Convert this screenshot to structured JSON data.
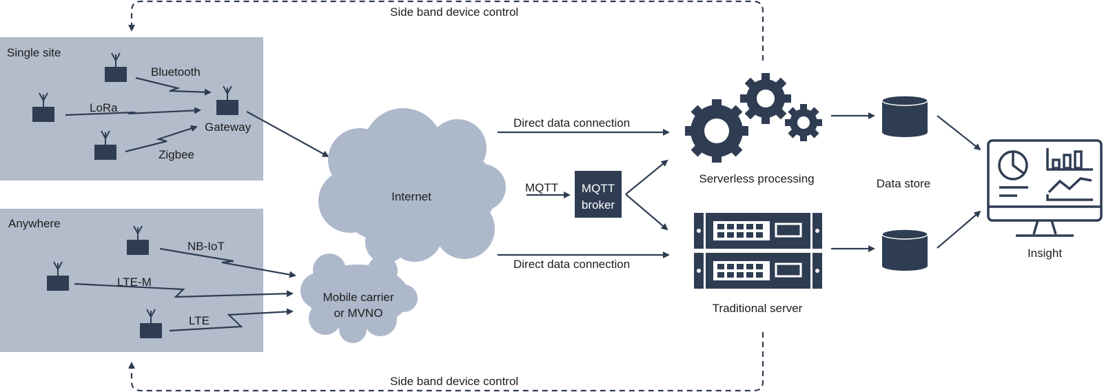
{
  "regions": {
    "single_site": "Single site",
    "anywhere": "Anywhere"
  },
  "links": {
    "bluetooth": "Bluetooth",
    "lora": "LoRa",
    "zigbee": "Zigbee",
    "gateway": "Gateway",
    "nbiot": "NB-IoT",
    "ltem": "LTE-M",
    "lte": "LTE"
  },
  "clouds": {
    "internet": "Internet",
    "mobile_line1": "Mobile carrier",
    "mobile_line2": "or MVNO"
  },
  "connections": {
    "direct_top": "Direct data connection",
    "direct_bottom": "Direct data connection",
    "mqtt": "MQTT",
    "broker_line1": "MQTT",
    "broker_line2": "broker"
  },
  "nodes": {
    "serverless": "Serverless processing",
    "traditional": "Traditional server",
    "data_store": "Data store",
    "insight": "Insight"
  },
  "control": {
    "top": "Side band device control",
    "bottom": "Side band device control"
  },
  "colors": {
    "dark": "#2f3d53",
    "region_fill": "#b3bccb",
    "cloud_fill": "#adb8ca"
  }
}
